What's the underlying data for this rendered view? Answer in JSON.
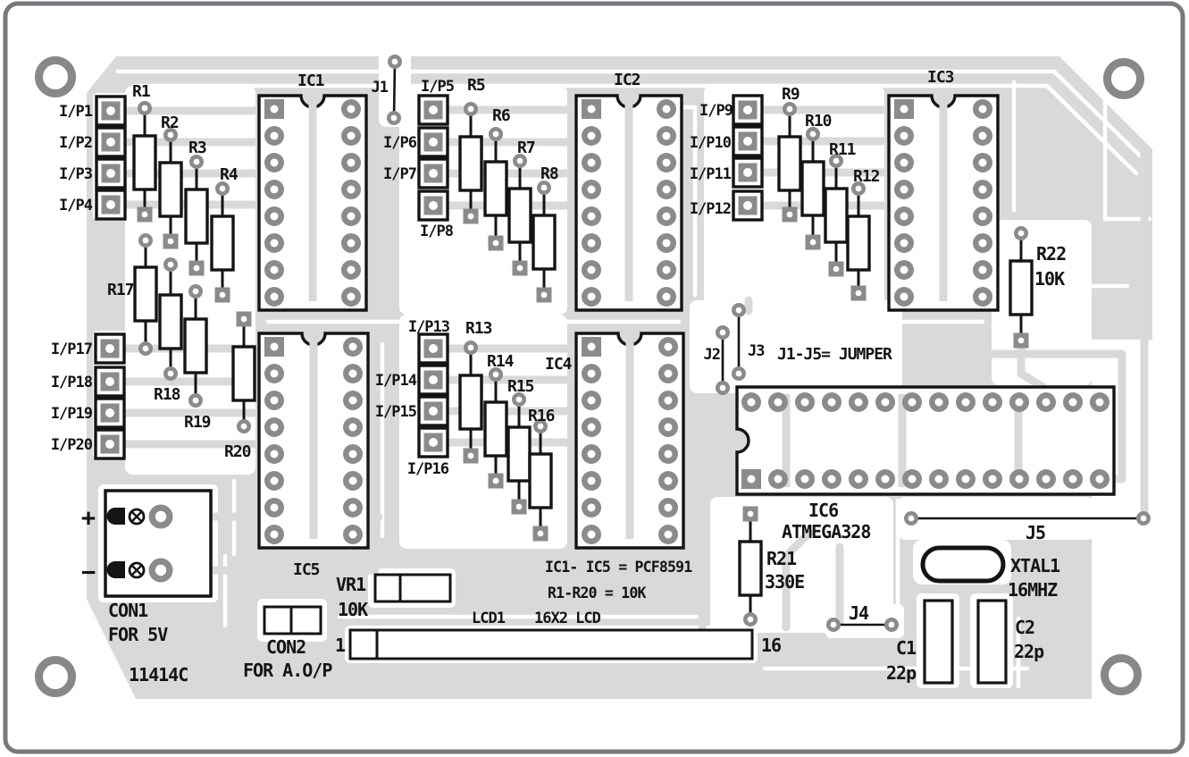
{
  "board": {
    "part_number": "11414C",
    "colors": {
      "silkscreen": "#141414",
      "copper_pour": "#d8d9da",
      "pad_gray": "#8a8b8d",
      "hole_ring": "#87888a",
      "board_border": "#77797c"
    }
  },
  "notes": {
    "ic_note": "IC1- IC5 = PCF8591",
    "resistor_note": "R1-R20 = 10K",
    "jumper_note": "J1-J5= JUMPER"
  },
  "ics": {
    "ic1": "IC1",
    "ic2": "IC2",
    "ic3": "IC3",
    "ic4": "IC4",
    "ic5": "IC5",
    "ic6": "IC6",
    "ic6_part": "ATMEGA328"
  },
  "inputs": {
    "ip1": "I/P1",
    "ip2": "I/P2",
    "ip3": "I/P3",
    "ip4": "I/P4",
    "ip5": "I/P5",
    "ip6": "I/P6",
    "ip7": "I/P7",
    "ip8": "I/P8",
    "ip9": "I/P9",
    "ip10": "I/P10",
    "ip11": "I/P11",
    "ip12": "I/P12",
    "ip13": "I/P13",
    "ip14": "I/P14",
    "ip15": "I/P15",
    "ip16": "I/P16",
    "ip17": "I/P17",
    "ip18": "I/P18",
    "ip19": "I/P19",
    "ip20": "I/P20"
  },
  "resistors": {
    "r1": "R1",
    "r2": "R2",
    "r3": "R3",
    "r4": "R4",
    "r5": "R5",
    "r6": "R6",
    "r7": "R7",
    "r8": "R8",
    "r9": "R9",
    "r10": "R10",
    "r11": "R11",
    "r12": "R12",
    "r13": "R13",
    "r14": "R14",
    "r15": "R15",
    "r16": "R16",
    "r17": "R17",
    "r18": "R18",
    "r19": "R19",
    "r20": "R20",
    "r21": "R21",
    "r21_value": "330E",
    "r22": "R22",
    "r22_value": "10K"
  },
  "jumpers": {
    "j1": "J1",
    "j2": "J2",
    "j3": "J3",
    "j4": "J4",
    "j5": "J5"
  },
  "connectors": {
    "con1": "CON1",
    "con1_use": "FOR 5V",
    "con1_plus": "+",
    "con1_minus": "−",
    "con2": "CON2",
    "con2_use": "FOR A.O/P"
  },
  "lcd": {
    "ref": "LCD1",
    "type": "16X2 LCD",
    "pin_first": "1",
    "pin_last": "16"
  },
  "trimmer": {
    "ref": "VR1",
    "value": "10K"
  },
  "crystal": {
    "ref": "XTAL1",
    "freq": "16MHZ"
  },
  "capacitors": {
    "c1": "C1",
    "c1_value": "22p",
    "c2": "C2",
    "c2_value": "22p"
  }
}
